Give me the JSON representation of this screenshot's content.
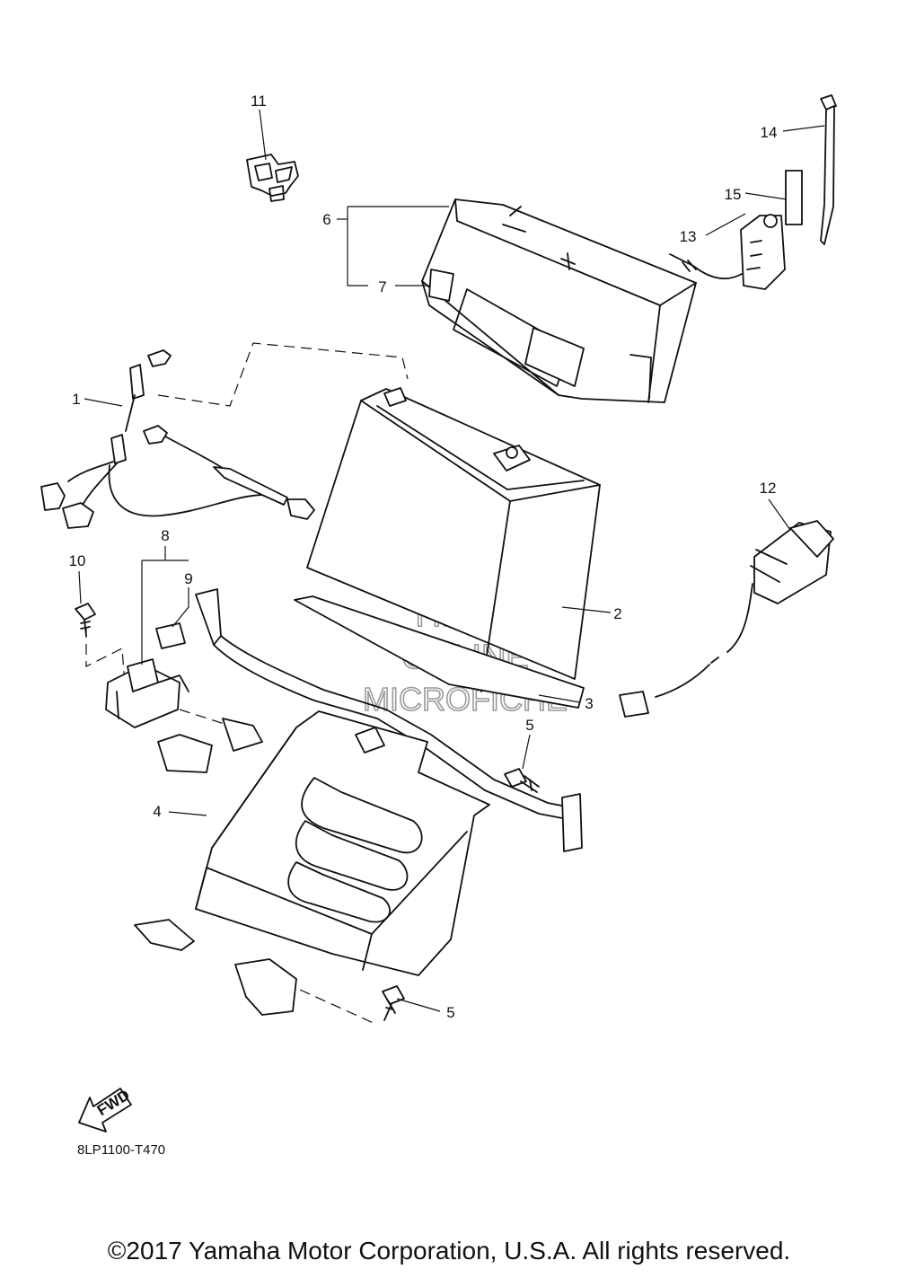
{
  "diagram": {
    "callouts": [
      {
        "id": "c1",
        "label": "1"
      },
      {
        "id": "c2",
        "label": "2"
      },
      {
        "id": "c3",
        "label": "3"
      },
      {
        "id": "c4",
        "label": "4"
      },
      {
        "id": "c5a",
        "label": "5"
      },
      {
        "id": "c5b",
        "label": "5"
      },
      {
        "id": "c6",
        "label": "6"
      },
      {
        "id": "c7",
        "label": "7"
      },
      {
        "id": "c8",
        "label": "8"
      },
      {
        "id": "c9",
        "label": "9"
      },
      {
        "id": "c10",
        "label": "10"
      },
      {
        "id": "c11",
        "label": "11"
      },
      {
        "id": "c12",
        "label": "12"
      },
      {
        "id": "c13",
        "label": "13"
      },
      {
        "id": "c14",
        "label": "14"
      },
      {
        "id": "c15",
        "label": "15"
      }
    ],
    "watermark": [
      "HLSM",
      "ONLINE",
      "MICROFICHE"
    ],
    "fwd_label": "FWD",
    "code": "8LP1100-T470",
    "copyright": "©2017 Yamaha Motor Corporation, U.S.A. All rights reserved."
  }
}
